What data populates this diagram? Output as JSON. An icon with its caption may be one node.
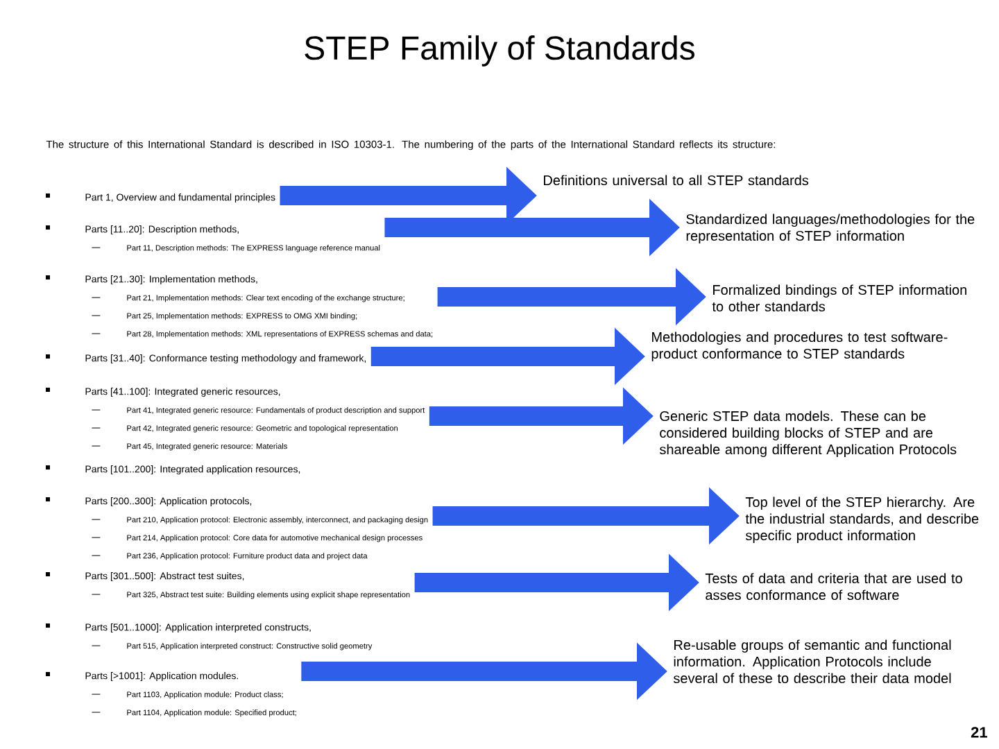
{
  "diagram": {
    "title": "STEP Family of Standards",
    "nodes": [
      {
        "text": [
          "Part 1, Overview and fundamental principles"
        ]
      },
      {
        "text": [
          "Parts [11..20]: Description methods,",
          "Part 11, Description methods: The EXPRESS language reference manual"
        ]
      },
      {
        "text": [
          "Parts [21..30]: Implementation methods,",
          "Part 21, Implementation methods: Clear text encoding of the exchange structure;",
          "Part 25, Implementation methods: EXPRESS to OMG XMI binding;",
          "Part 28, Implementation methods: XML representations of EXPRESS schemas and data;"
        ]
      },
      {
        "text": [
          "Parts [31..40]: Conformance testing methodology and framework,"
        ]
      },
      {
        "text": [
          "Parts [41..100]: Integrated generic resources,",
          "Part 41, Integrated generic resource: Fundamentals of product description and support",
          "Part 42, Integrated generic resource: Geometric and topological representation",
          "Part 45, Integrated generic resource: Materials"
        ]
      },
      {
        "text": [
          "Parts [101..200]: Integrated application resources,"
        ]
      },
      {
        "text": [
          "Parts [200..300]: Application protocols,",
          "Part 210, Application protocol: Electronic assembly, interconnect, and packaging design",
          "Part 214, Application protocol: Core data for automotive mechanical design processes",
          "Part 236, Application protocol: Furniture product data and project data"
        ]
      },
      {
        "text": [
          "Parts [301..500]: Abstract test suites,",
          "Part 325, Abstract test suite: Building elements using explicit shape representation"
        ]
      },
      {
        "text": [
          "Parts [501..1000]: Application interpreted constructs,",
          "Part 515, Application interpreted construct: Constructive solid geometry"
        ]
      },
      {
        "text": [
          "Parts [>1001]: Application modules.",
          "Part 1103, Application module: Product class;",
          "Part 1104, Application module: Specified product;"
        ]
      },
      {
        "text": [
          "Definitions universal to all STEP standards"
        ]
      },
      {
        "text": [
          "Standardized languages/methodologies for the representation of STEP information"
        ]
      },
      {
        "text": [
          "Formalized bindings of STEP information to other standards"
        ]
      },
      {
        "text": [
          "Methodologies and procedures to test software-product conformance to STEP standards"
        ]
      },
      {
        "text": [
          "Generic STEP data models. These can be considered building blocks of STEP and are shareable among different Application Protocols"
        ]
      },
      {
        "text": [
          "Top level of the STEP hierarchy. Are the industrial standards, and describe specific product information"
        ]
      },
      {
        "text": [
          "Tests of data and criteria that are used to asses conformance of software"
        ]
      },
      {
        "text": [
          "Re-usable groups of semantic and functional information. Application Protocols include several of these to describe their data model"
        ]
      }
    ],
    "edges": [
      {
        "from": 0,
        "to": 10,
        "arrow": "to"
      },
      {
        "from": 1,
        "to": 11,
        "arrow": "to"
      },
      {
        "from": 2,
        "to": 12,
        "arrow": "to"
      },
      {
        "from": 3,
        "to": 13,
        "arrow": "to"
      },
      {
        "from": 4,
        "to": 14,
        "arrow": "to"
      },
      {
        "from": 6,
        "to": 15,
        "arrow": "to"
      },
      {
        "from": 7,
        "to": 16,
        "arrow": "to"
      },
      {
        "from": 9,
        "to": 17,
        "arrow": "to"
      }
    ],
    "labels": [
      "The structure of this International Standard is described in ISO 10303-1. The numbering of the parts of the International Standard reflects its structure:",
      "21"
    ]
  }
}
